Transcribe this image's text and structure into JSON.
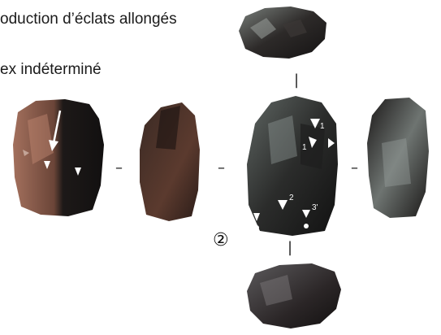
{
  "captions": {
    "line1": "oduction d’éclats allongés",
    "line2": "ex indéterminé"
  },
  "figure": {
    "panel_number": "②",
    "scar_labels": [
      "1",
      "1",
      "2",
      "3'"
    ]
  },
  "colors": {
    "stone_dark": "#1b1716",
    "stone_brown": "#5a3e33",
    "stone_reddish": "#8a5545",
    "stone_grey": "#6f7472",
    "arrow_white": "#ffffff"
  }
}
